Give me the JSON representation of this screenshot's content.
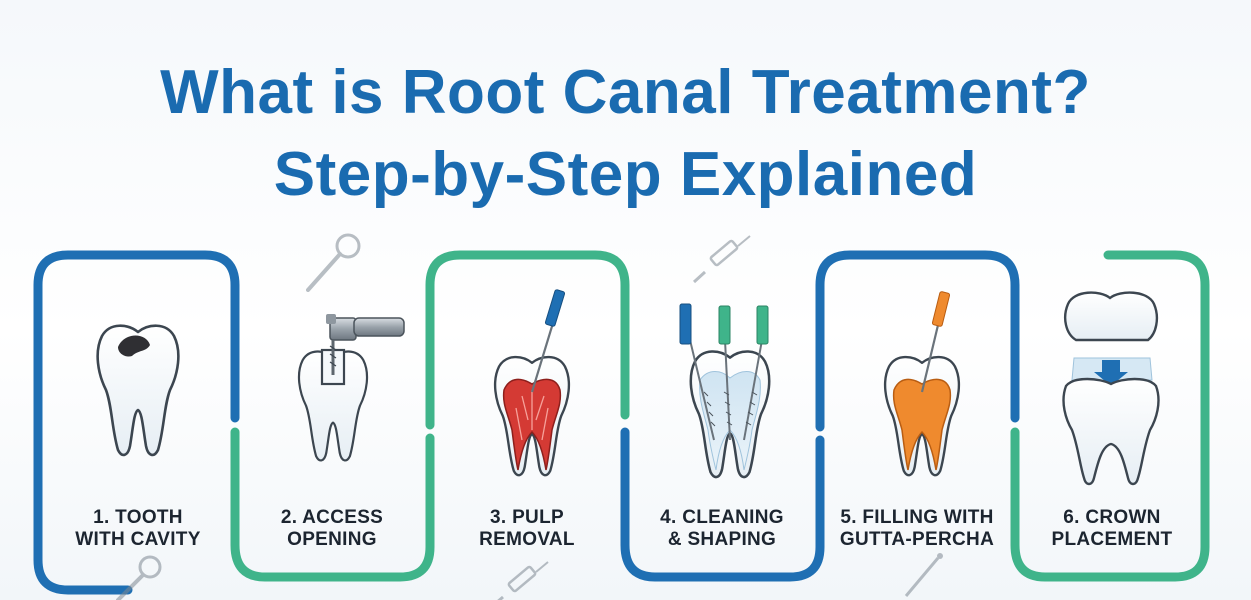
{
  "title": {
    "line1": "What is Root Canal Treatment?",
    "line2": "Step-by-Step Explained"
  },
  "colors": {
    "title": "#1a6bb0",
    "blue_path": "#1f6fb3",
    "green_path": "#3fb48a",
    "enamel": "#f4f8fb",
    "tooth_outline": "#3c4650",
    "pulp_red": "#d43a34",
    "filling_orange": "#ef8a2e",
    "cavity": "#2f2f33"
  },
  "steps": [
    {
      "label": "1. TOOTH\nWITH CAVITY",
      "icon": "tooth-with-cavity-icon"
    },
    {
      "label": "2. ACCESS\nOPENING",
      "icon": "dental-drill-icon"
    },
    {
      "label": "3. PULP\nREMOVAL",
      "icon": "infected-pulp-icon"
    },
    {
      "label": "4. CLEANING\n& SHAPING",
      "icon": "endodontic-files-icon"
    },
    {
      "label": "5. FILLING WITH\nGUTTA-PERCHA",
      "icon": "gutta-percha-filling-icon"
    },
    {
      "label": "6. CROWN\nPLACEMENT",
      "icon": "crown-icon"
    }
  ]
}
